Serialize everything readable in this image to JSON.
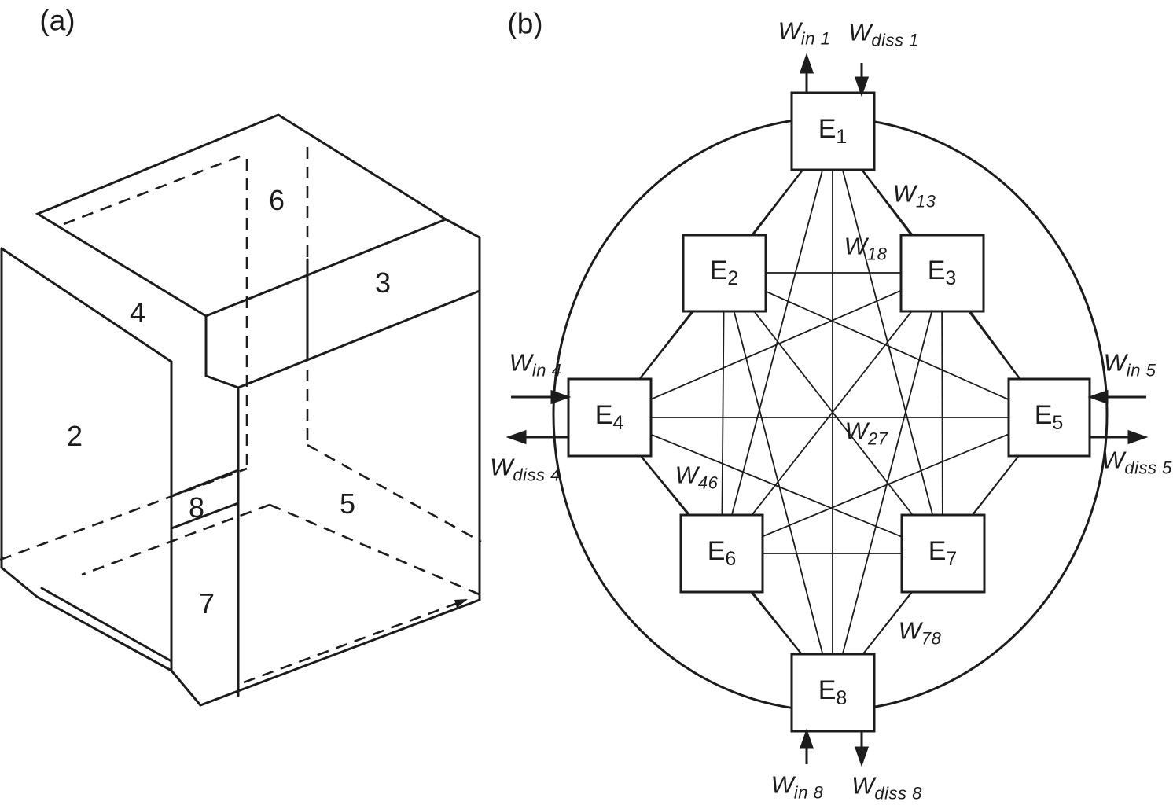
{
  "figure": {
    "colors": {
      "ink": "#1c1c1c",
      "background": "#ffffff"
    },
    "panel_a": {
      "label": "(a)",
      "faces": {
        "f2": "2",
        "f3": "3",
        "f4": "4",
        "f5": "5",
        "f6": "6",
        "f7": "7",
        "f8": "8"
      }
    },
    "panel_b": {
      "label": "(b)",
      "nodes": [
        {
          "main": "E",
          "sub": "1"
        },
        {
          "main": "E",
          "sub": "2"
        },
        {
          "main": "E",
          "sub": "3"
        },
        {
          "main": "E",
          "sub": "4"
        },
        {
          "main": "E",
          "sub": "5"
        },
        {
          "main": "E",
          "sub": "6"
        },
        {
          "main": "E",
          "sub": "7"
        },
        {
          "main": "E",
          "sub": "8"
        }
      ],
      "edge_labels": [
        {
          "main": "W",
          "sub": "13"
        },
        {
          "main": "W",
          "sub": "18"
        },
        {
          "main": "W",
          "sub": "27"
        },
        {
          "main": "W",
          "sub": "46"
        },
        {
          "main": "W",
          "sub": "78"
        }
      ],
      "io_labels": [
        {
          "main": "W",
          "sub": "in 1"
        },
        {
          "main": "W",
          "sub": "diss 1"
        },
        {
          "main": "W",
          "sub": "in 4"
        },
        {
          "main": "W",
          "sub": "diss 4"
        },
        {
          "main": "W",
          "sub": "in 5"
        },
        {
          "main": "W",
          "sub": "diss 5"
        },
        {
          "main": "W",
          "sub": "in 8"
        },
        {
          "main": "W",
          "sub": "diss 8"
        }
      ]
    }
  }
}
